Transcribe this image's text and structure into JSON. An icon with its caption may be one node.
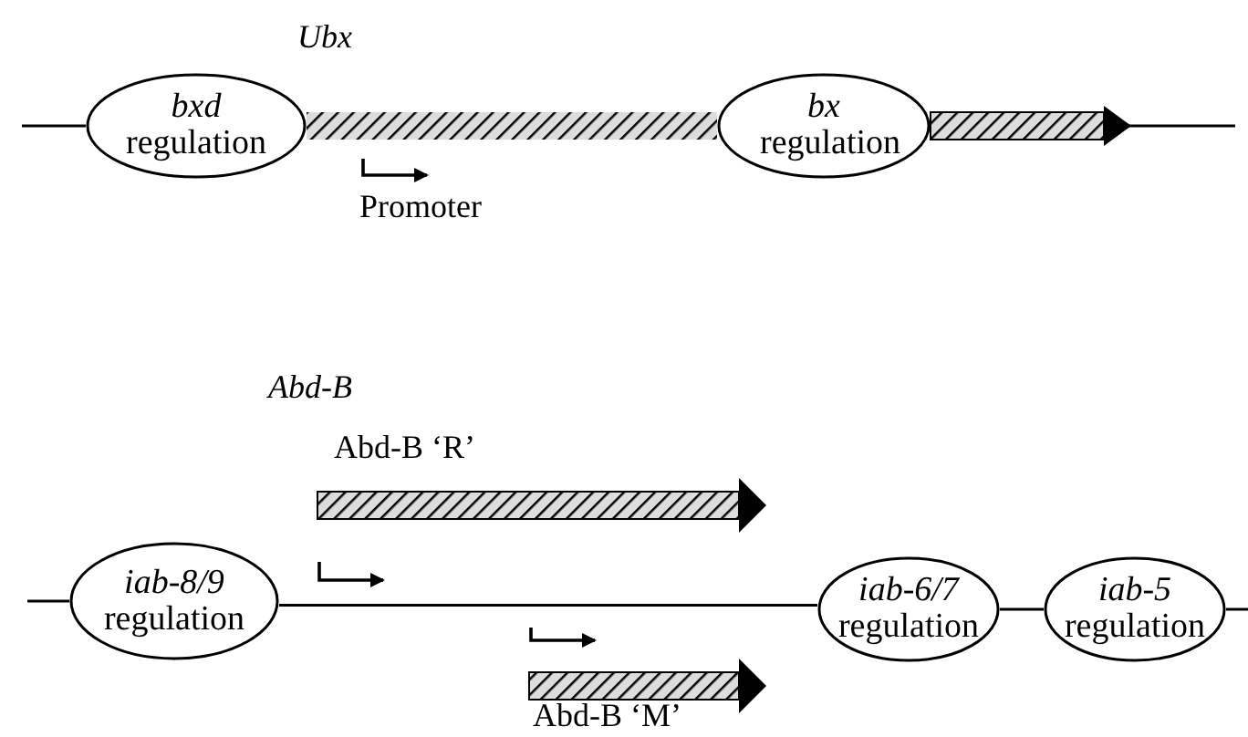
{
  "diagram": {
    "nodes": [
      {
        "text": [
          "*bxd* regulation"
        ]
      },
      {
        "text": [
          "*bx* regulation"
        ]
      },
      {
        "text": [
          "*iab-8/9* regulation"
        ]
      },
      {
        "text": [
          "*iab-6/7* regulation"
        ]
      },
      {
        "text": [
          "*iab-5* regulation"
        ]
      }
    ],
    "edges": [
      {
        "from": null,
        "to": 0,
        "arrow": "none"
      },
      {
        "from": 0,
        "to": 1,
        "arrow": "none",
        "style": "thick"
      },
      {
        "from": 1,
        "to": null,
        "arrow": "none"
      },
      {
        "from": null,
        "to": 2,
        "arrow": "none"
      },
      {
        "from": 2,
        "to": 3,
        "arrow": "none"
      },
      {
        "from": 3,
        "to": 4,
        "arrow": "none"
      },
      {
        "from": 4,
        "to": null,
        "arrow": "none"
      }
    ],
    "labels": [
      "Ubx",
      "Promoter",
      "Abd-B",
      "Abd-B ‘R’",
      "Abd-B ‘M’"
    ]
  }
}
